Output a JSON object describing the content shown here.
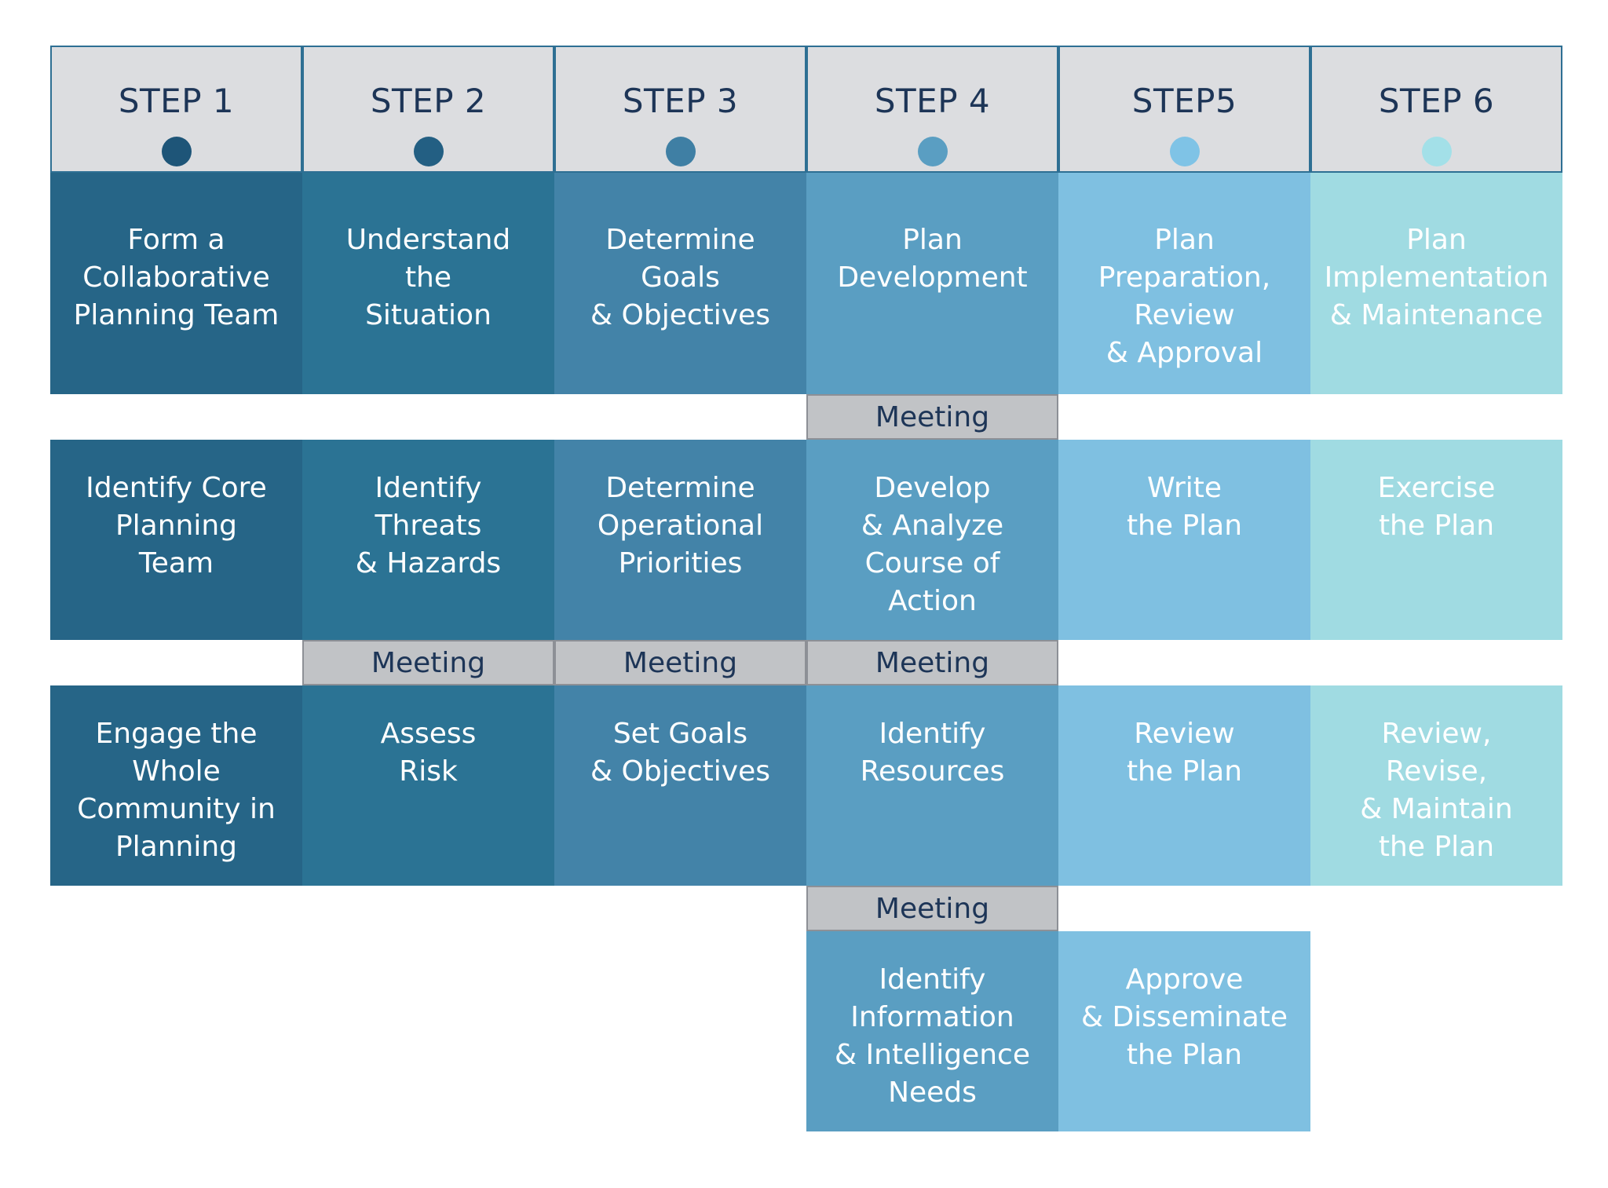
{
  "steps": [
    {
      "label": "STEP 1",
      "top": "Form a\nCollaborative\nPlanning Team",
      "row2": "Identify Core\nPlanning\nTeam",
      "row3": "Engage the\nWhole\nCommunity in\nPlanning"
    },
    {
      "label": "STEP 2",
      "top": "Understand\nthe\nSituation",
      "row2": "Identify\nThreats\n& Hazards",
      "row3": "Assess\nRisk"
    },
    {
      "label": "STEP 3",
      "top": "Determine\nGoals\n& Objectives",
      "row2": "Determine\nOperational\nPriorities",
      "row3": "Set Goals\n& Objectives"
    },
    {
      "label": "STEP 4",
      "top": "Plan\nDevelopment",
      "row2": "Develop\n& Analyze\nCourse of\nAction",
      "row3": "Identify\nResources",
      "row4": "Identify\nInformation\n& Intelligence\nNeeds"
    },
    {
      "label": "STEP5",
      "top": "Plan\nPreparation,\nReview\n& Approval",
      "row2": "Write\nthe Plan",
      "row3": "Review\nthe Plan",
      "row4": "Approve\n& Disseminate\nthe Plan"
    },
    {
      "label": "STEP 6",
      "top": "Plan\nImplementation\n& Maintenance",
      "row2": "Exercise\nthe Plan",
      "row3": "Review,\nRevise,\n& Maintain\nthe Plan"
    }
  ],
  "meeting_label": "Meeting",
  "colors": {
    "header_bg": "#dcdde0",
    "header_text": "#1d3557",
    "meeting_bg": "#c1c3c6",
    "column_colors": [
      "#266587",
      "#2b7394",
      "#4383a8",
      "#5a9ec2",
      "#7fc0e1",
      "#a0dbe2"
    ],
    "dot_colors": [
      "#1e5578",
      "#235f83",
      "#3f7fa4",
      "#5a9ec2",
      "#7fc3e6",
      "#a3e0e8"
    ]
  }
}
